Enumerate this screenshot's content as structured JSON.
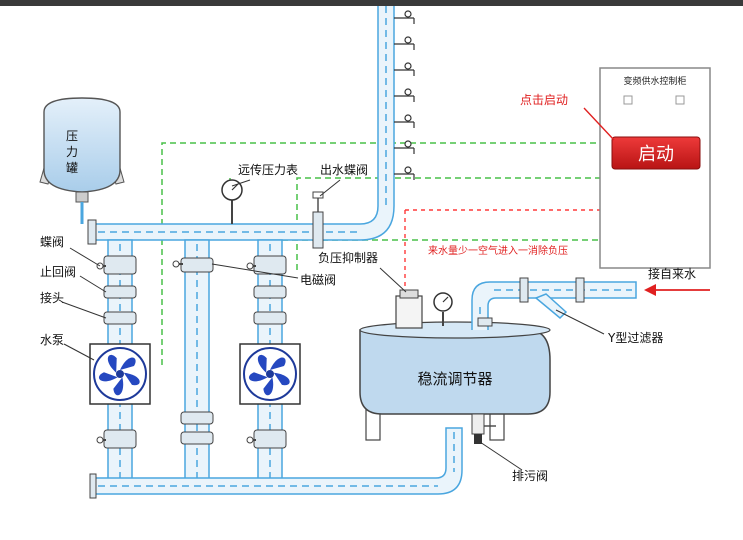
{
  "labels": {
    "pressure_tank": [
      "压",
      "力",
      "罐"
    ],
    "butterfly_valve": "蝶阀",
    "check_valve": "止回阀",
    "joint": "接头",
    "water_pump": "水泵",
    "remote_gauge": "远传压力表",
    "outlet_butterfly_valve": "出水蝶阀",
    "negative_pressure_suppressor": "负压抑制器",
    "solenoid_valve": "电磁阀",
    "stabilizer_tank": "稳流调节器",
    "drain_valve": "排污阀",
    "y_filter": "Y型过滤器",
    "inlet_from_mains": "接自来水",
    "click_start": "点击启动",
    "air_note": "来水量少一空气进入一消除负压"
  },
  "control_cabinet": {
    "title": "变频供水控制柜",
    "start_button": "启动"
  },
  "colors": {
    "pipe": "#4aa6df",
    "pipe_fill": "#eaf4fb",
    "dash_green": "#48c048",
    "dash_red": "#ff3a3a",
    "button_red": "#d81e1e",
    "tank_fill": "#bfd9ee"
  },
  "icons": [
    "fan-icon",
    "pressure-gauge-icon",
    "faucet-icon",
    "arrow-left-icon"
  ]
}
